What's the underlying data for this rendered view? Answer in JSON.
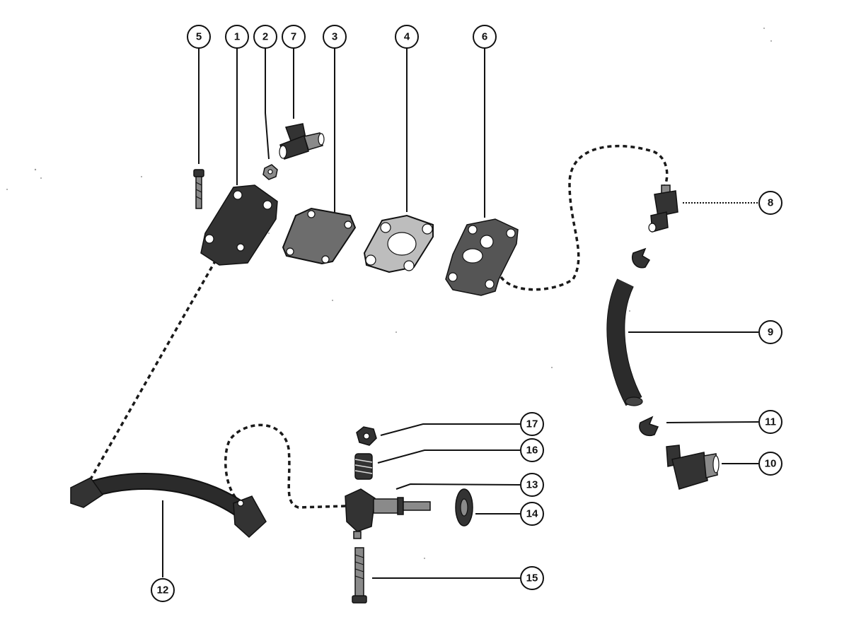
{
  "figure": {
    "callouts": [
      "1",
      "2",
      "3",
      "4",
      "5",
      "6",
      "7",
      "8",
      "9",
      "10",
      "11",
      "12",
      "13",
      "14",
      "15",
      "16",
      "17"
    ]
  }
}
